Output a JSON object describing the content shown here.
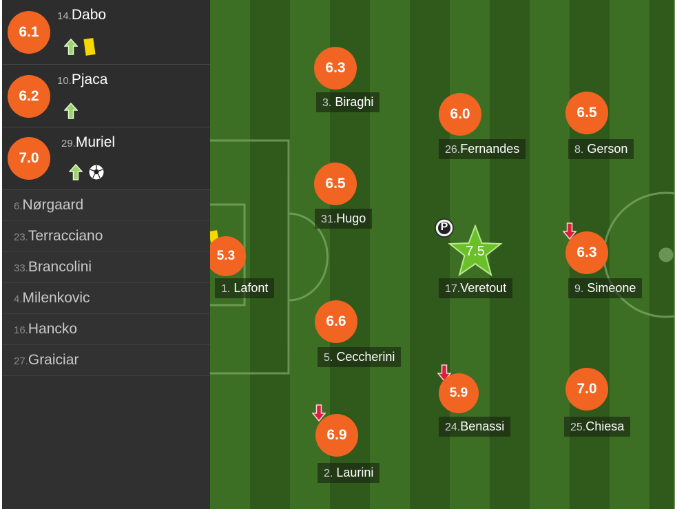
{
  "colors": {
    "rating": "#f26422",
    "star": "#6bbf2a",
    "sub_on_arrow": "#9ad46b",
    "sub_off_arrow": "#d9203a",
    "yellow_card": "#f5d800"
  },
  "substitutes_used": [
    {
      "rating": "6.1",
      "number": "14.",
      "name": "Dabo",
      "icons": [
        "sub-on-arrow-icon",
        "yellow-card-icon"
      ]
    },
    {
      "rating": "6.2",
      "number": "10.",
      "name": "Pjaca",
      "icons": [
        "sub-on-arrow-icon"
      ]
    },
    {
      "rating": "7.0",
      "number": "29.",
      "name": "Muriel",
      "icons": [
        "sub-on-arrow-icon",
        "football-goal-icon"
      ]
    }
  ],
  "bench": [
    {
      "number": "6.",
      "name": "Nørgaard"
    },
    {
      "number": "23.",
      "name": "Terracciano"
    },
    {
      "number": "33.",
      "name": "Brancolini"
    },
    {
      "number": "4.",
      "name": "Milenkovic"
    },
    {
      "number": "16.",
      "name": "Hancko"
    },
    {
      "number": "27.",
      "name": "Graiciar"
    }
  ],
  "players": [
    {
      "id": "lafont",
      "number": "1.",
      "name": "Lafont",
      "rating": "5.3",
      "icons": [
        "yellow-card-icon"
      ]
    },
    {
      "id": "biraghi",
      "number": "3.",
      "name": "Biraghi",
      "rating": "6.3"
    },
    {
      "id": "hugo",
      "number": "31.",
      "name": "Hugo",
      "rating": "6.5"
    },
    {
      "id": "ceccherini",
      "number": "5.",
      "name": "Ceccherini",
      "rating": "6.6"
    },
    {
      "id": "laurini",
      "number": "2.",
      "name": "Laurini",
      "rating": "6.9",
      "icons": [
        "sub-off-arrow-icon"
      ]
    },
    {
      "id": "fernandes",
      "number": "26.",
      "name": "Fernandes",
      "rating": "6.0"
    },
    {
      "id": "veretout",
      "number": "17.",
      "name": "Veretout",
      "rating": "7.5",
      "man_of_the_match": true,
      "icons": [
        "penalty-goal-icon"
      ],
      "penalty_icon_text": "P"
    },
    {
      "id": "benassi",
      "number": "24.",
      "name": "Benassi",
      "rating": "5.9",
      "icons": [
        "sub-off-arrow-icon"
      ]
    },
    {
      "id": "gerson",
      "number": "8.",
      "name": "Gerson",
      "rating": "6.5"
    },
    {
      "id": "simeone",
      "number": "9.",
      "name": "Simeone",
      "rating": "6.3",
      "icons": [
        "sub-off-arrow-icon"
      ]
    },
    {
      "id": "chiesa",
      "number": "25.",
      "name": "Chiesa",
      "rating": "7.0"
    }
  ]
}
